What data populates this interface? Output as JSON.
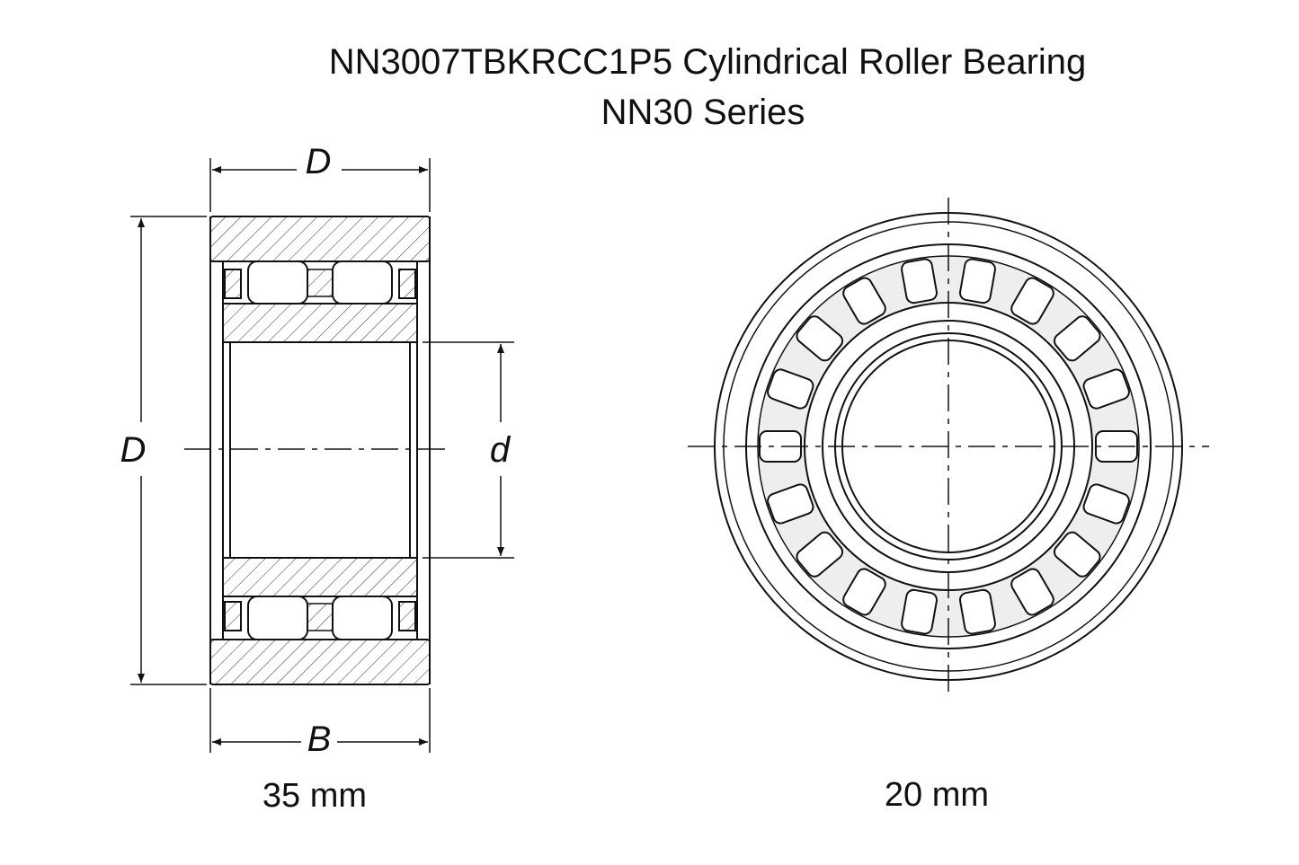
{
  "title": {
    "line1": "NN3007TBKRCC1P5 Cylindrical Roller Bearing",
    "line2": "NN30 Series"
  },
  "side_view": {
    "top_dimension_label": "D",
    "outer_diameter_label": "D",
    "bore_label": "d",
    "width_label": "B",
    "caption": "35 mm"
  },
  "front_view": {
    "caption": "20 mm",
    "roller_count": 18
  }
}
